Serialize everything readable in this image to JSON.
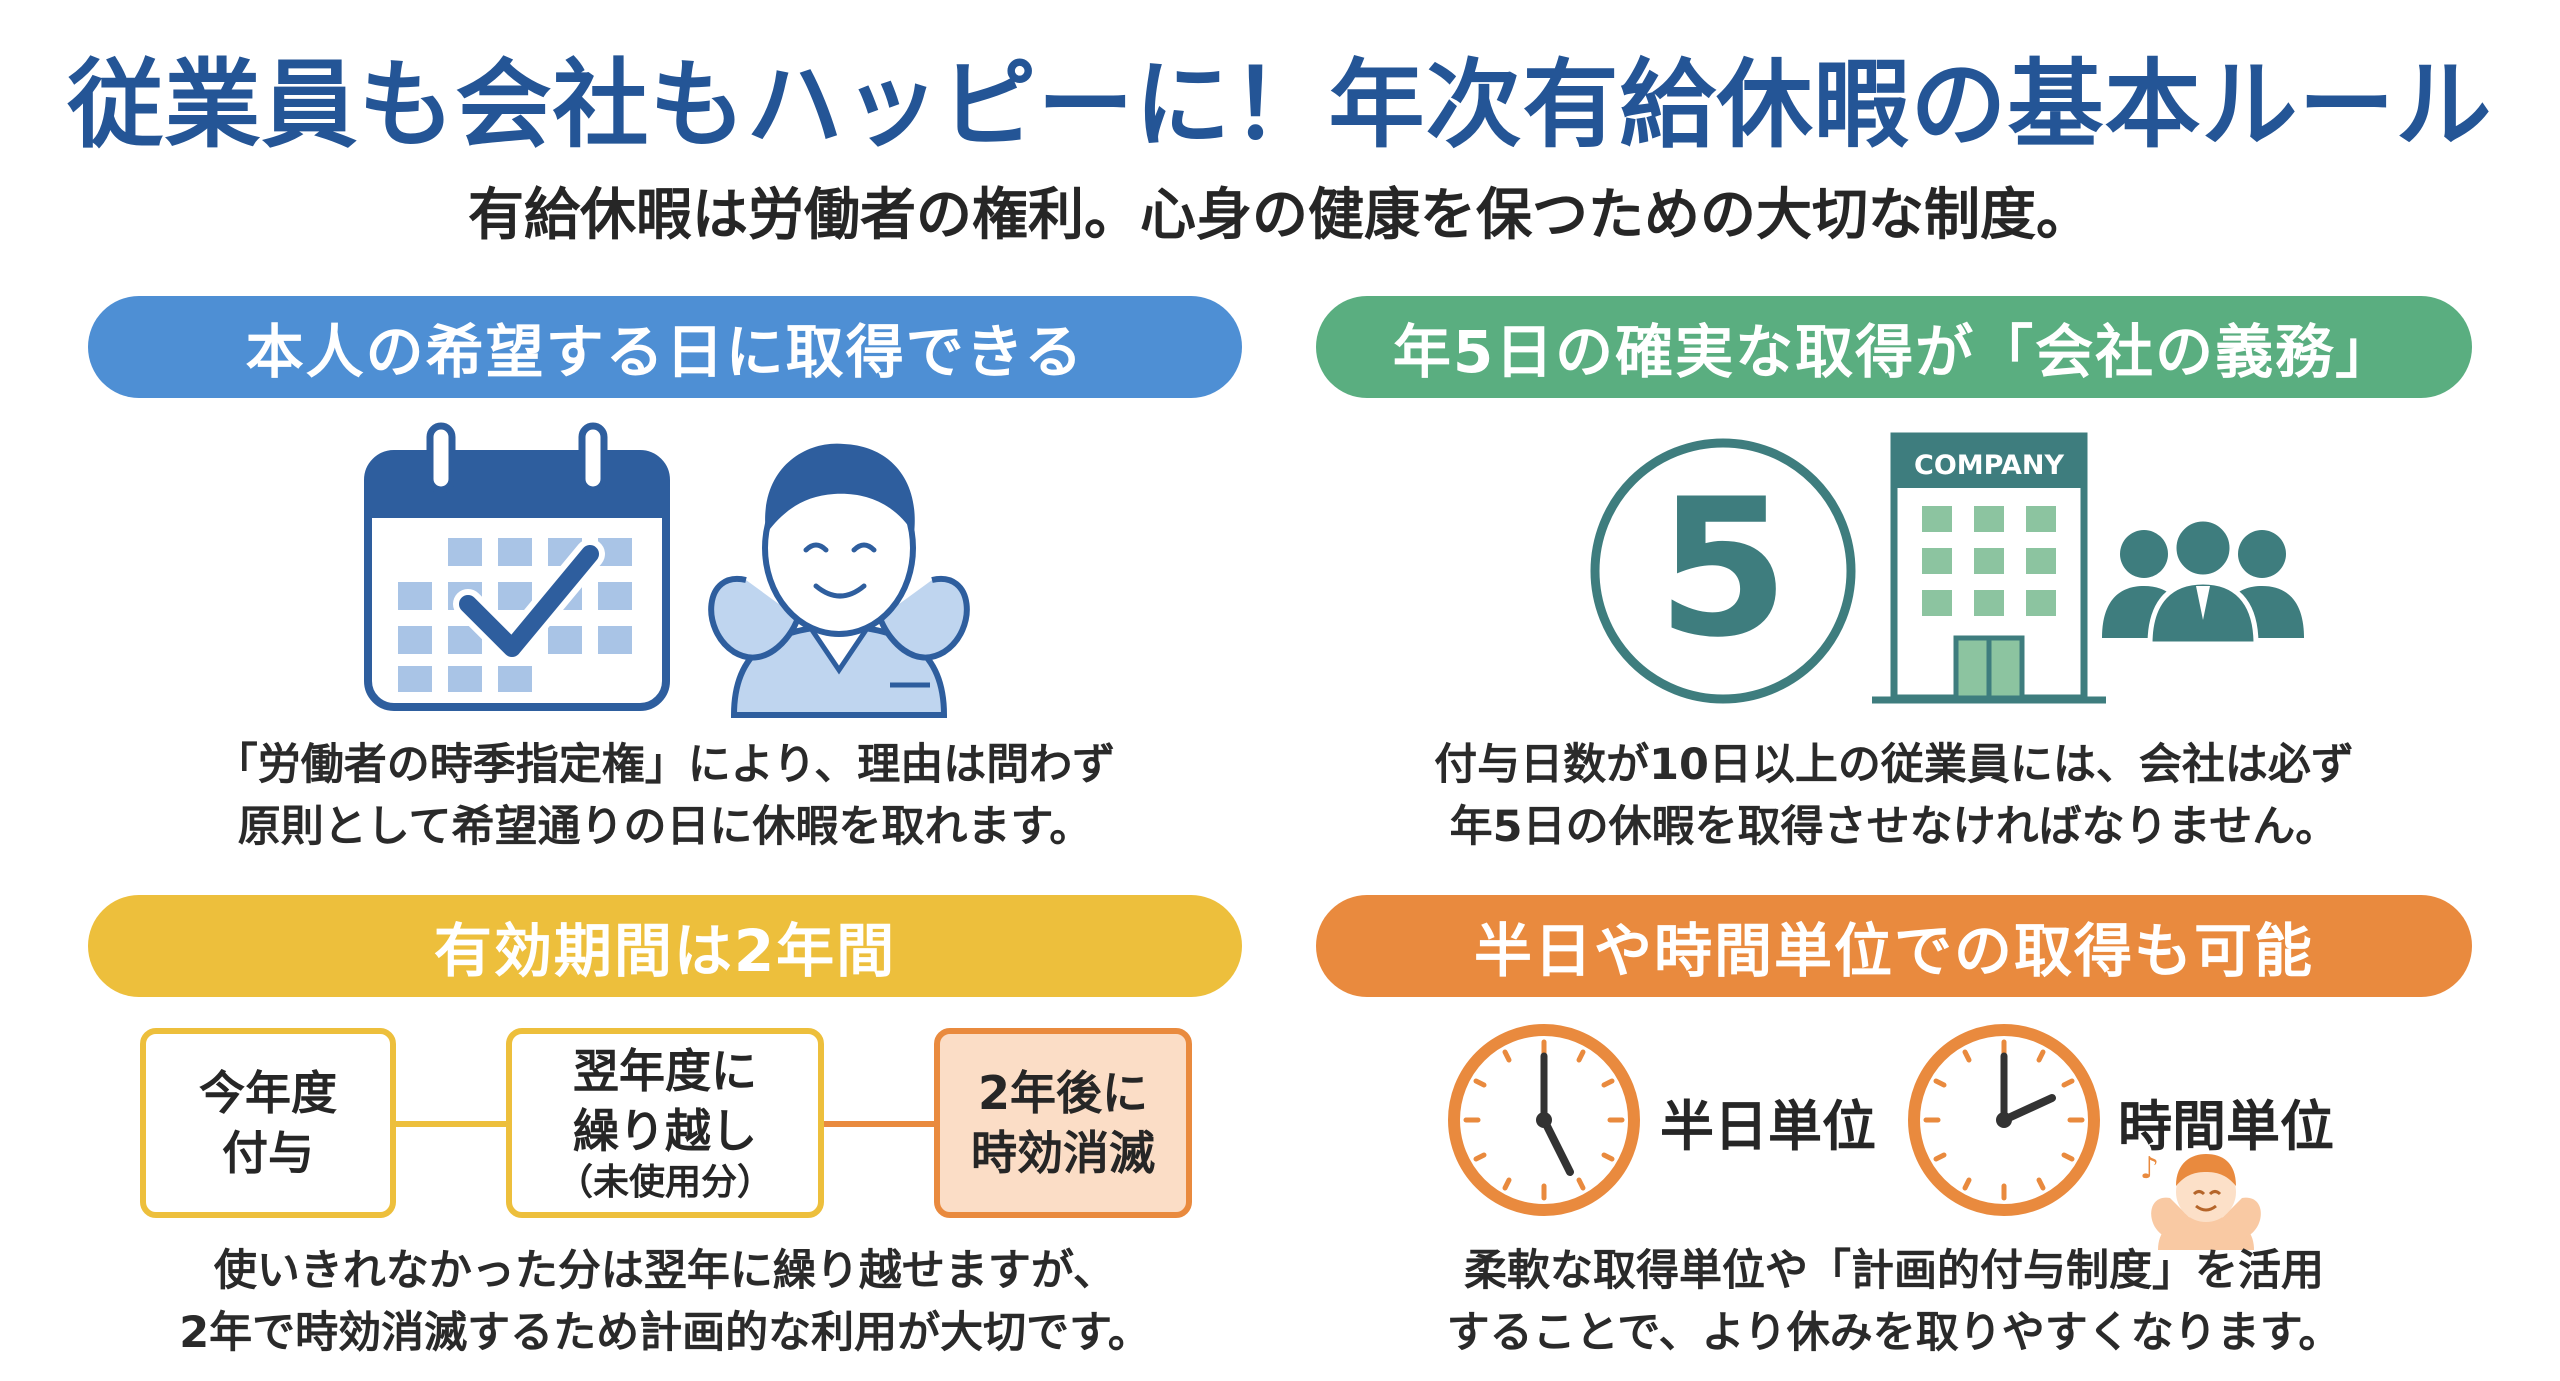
{
  "header": {
    "title": "従業員も会社もハッピーに！年次有給休暇の基本ルール",
    "subtitle": "有給休暇は労働者の権利。心身の健康を保つための大切な制度。"
  },
  "colors": {
    "blue": "#4E8FD4",
    "green": "#5AAE80",
    "yellow": "#EDBF3C",
    "orange": "#E98A3E",
    "teal": "#3E7D7E"
  },
  "sections": {
    "wish": {
      "heading": "本人の希望する日に取得できる",
      "lines": [
        "「労働者の時季指定権」により、理由は問わず",
        "原則として希望通りの日に休暇を取れます。"
      ]
    },
    "duty": {
      "heading": "年5日の確実な取得が「会社の義務」",
      "days_number": "5",
      "company_label": "COMPANY",
      "lines": [
        "付与日数が10日以上の従業員には、会社は必ず",
        "年5日の休暇を取得させなければなりません。"
      ]
    },
    "validity": {
      "heading": "有効期間は2年間",
      "steps": [
        {
          "line1": "今年度",
          "line2": "付与",
          "note": ""
        },
        {
          "line1": "翌年度に",
          "line2": "繰り越し",
          "note": "（未使用分）"
        },
        {
          "line1": "2年後に",
          "line2": "時効消滅",
          "note": ""
        }
      ],
      "lines": [
        "使いきれなかった分は翌年に繰り越せますが、",
        "2年で時効消滅するため計画的な利用が大切です。"
      ]
    },
    "partial": {
      "heading": "半日や時間単位での取得も可能",
      "half_day": "半日単位",
      "hourly": "時間単位",
      "lines": [
        "柔軟な取得単位や「計画的付与制度」を活用",
        "することで、より休みを取りやすくなります。"
      ]
    }
  }
}
